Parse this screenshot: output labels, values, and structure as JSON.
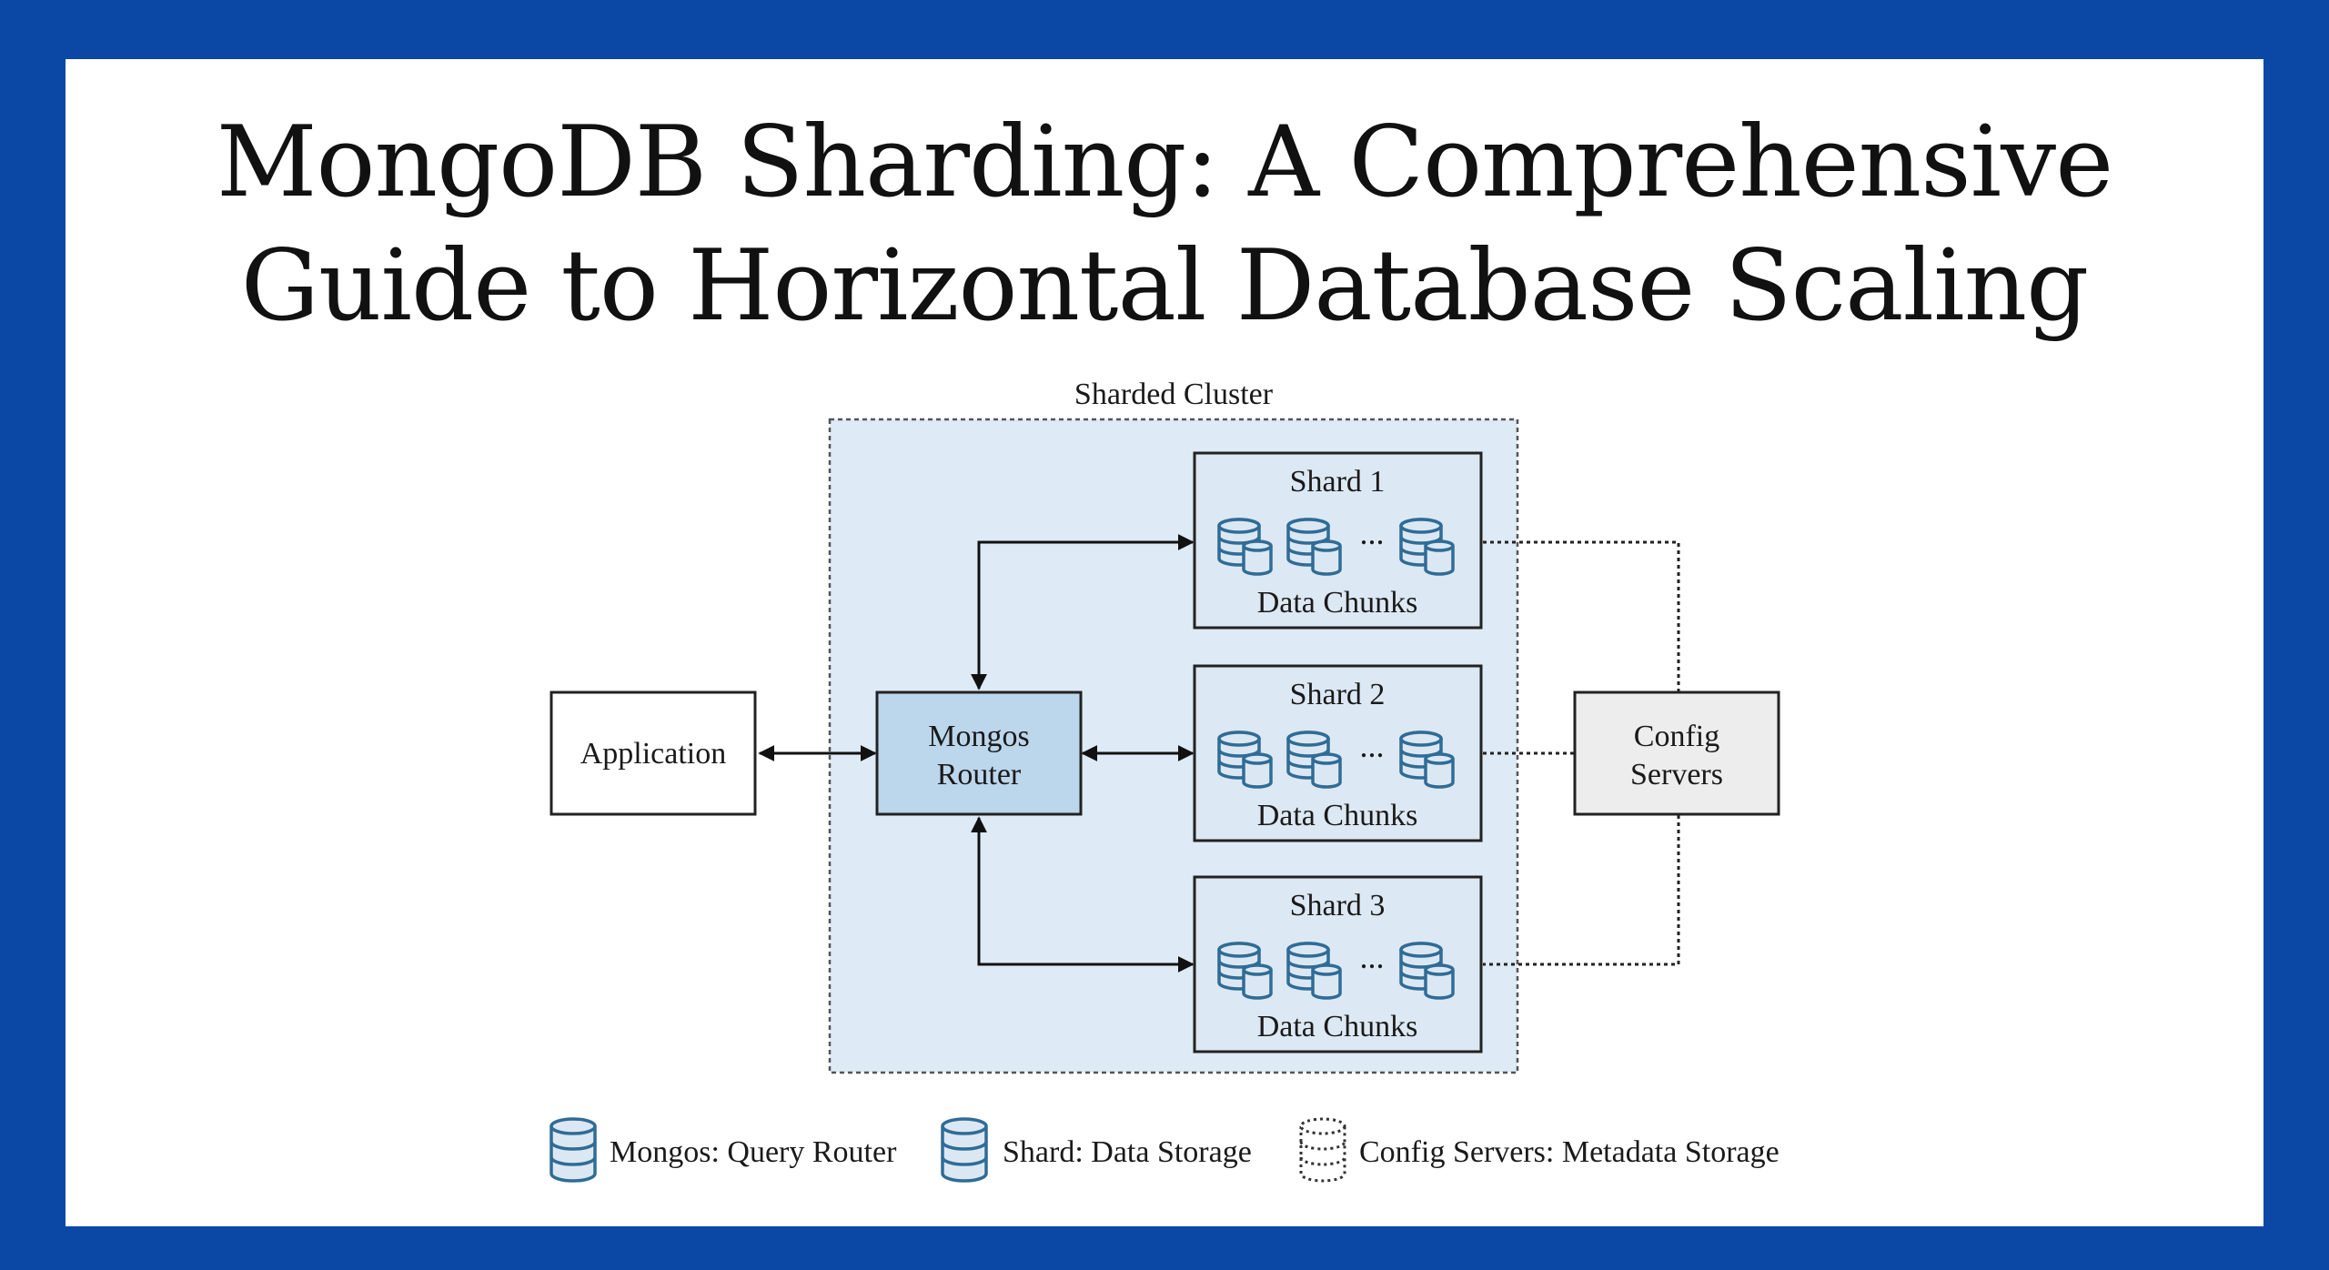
{
  "title": {
    "line1": "MongoDB Sharding: A Comprehensive",
    "line2": "Guide to Horizontal Database Scaling"
  },
  "diagram": {
    "cluster_label": "Sharded Cluster",
    "application": "Application",
    "router": {
      "line1": "Mongos",
      "line2": "Router"
    },
    "config": {
      "line1": "Config",
      "line2": "Servers"
    },
    "ellipsis": "...",
    "shards": [
      {
        "label": "Shard 1",
        "chunks_label": "Data Chunks"
      },
      {
        "label": "Shard 2",
        "chunks_label": "Data Chunks"
      },
      {
        "label": "Shard 3",
        "chunks_label": "Data Chunks"
      }
    ]
  },
  "legend": {
    "items": [
      {
        "icon": "database-icon",
        "label": "Mongos: Query Router"
      },
      {
        "icon": "database-icon",
        "label": "Shard: Data Storage"
      },
      {
        "icon": "database-dotted-icon",
        "label": "Config Servers: Metadata Storage"
      }
    ]
  },
  "colors": {
    "frame": "#0b47a4",
    "cluster_fill": "#deeaf5",
    "router_fill": "#bcd6ec",
    "config_fill": "#ededed",
    "icon_stroke": "#2f6c96"
  }
}
